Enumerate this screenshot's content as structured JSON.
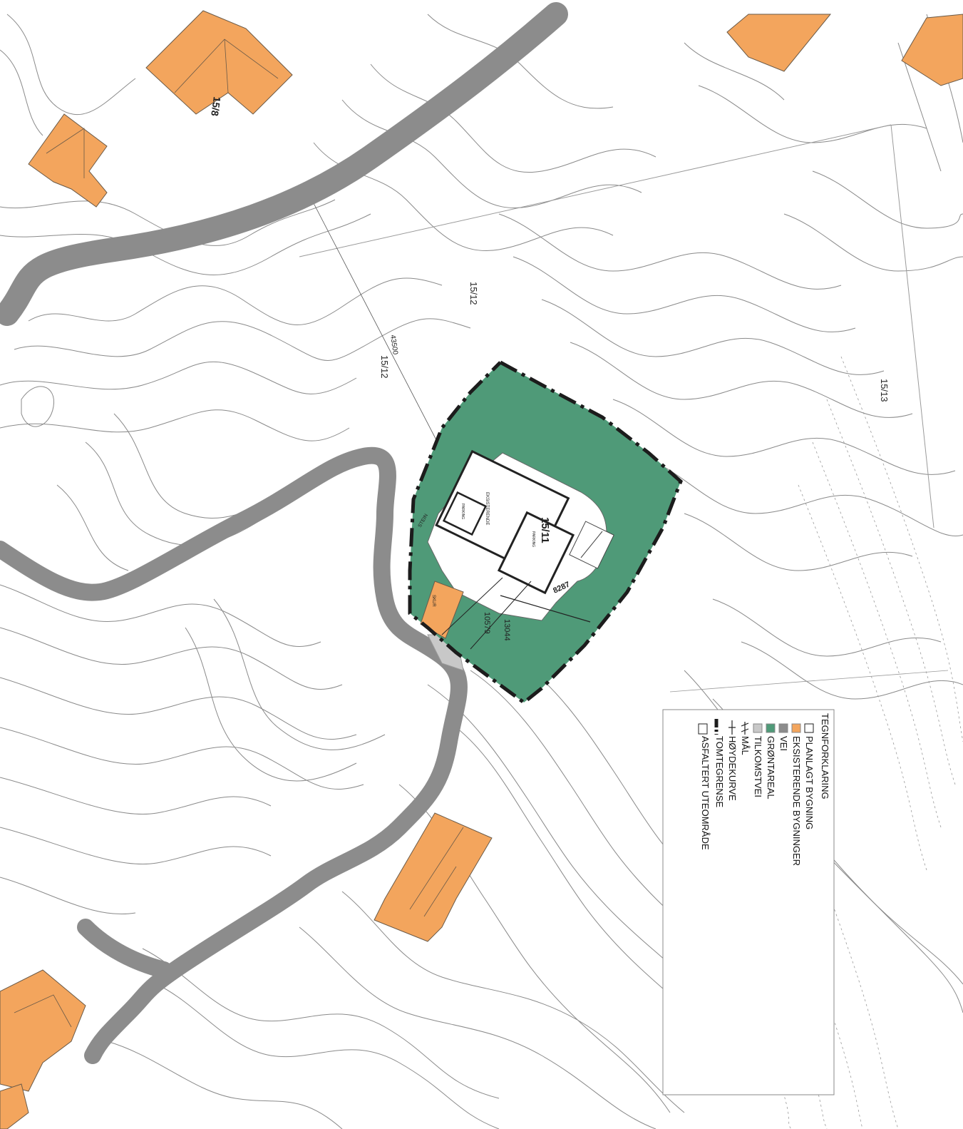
{
  "parcels": {
    "p15_8": "15/8",
    "p15_12_a": "15/12",
    "p15_12_b": "15/12",
    "p15_13": "15/13",
    "p15_11": "15/11"
  },
  "dimensions": {
    "d43500": "43500",
    "d8287": "8287",
    "d10579": "10579",
    "d13044": "13044"
  },
  "site": {
    "existing_label": "EKSISTERENDE",
    "parking_a": "PARKING",
    "parking_b": "PARKING",
    "shed": "SKUR",
    "small_label": "STEIN"
  },
  "legend": {
    "title": "TEGNFORKLARING",
    "items": [
      {
        "key": "planned",
        "label": "PLANLAGT BYGNING",
        "color": "#ffffff"
      },
      {
        "key": "existing",
        "label": "EKSISTERENDE BYGNINGER",
        "color": "#f3a55d"
      },
      {
        "key": "road",
        "label": "VEI",
        "color": "#8c8c8c"
      },
      {
        "key": "green",
        "label": "GRØNTAREAL",
        "color": "#4f9a78"
      },
      {
        "key": "access",
        "label": "TILKOMSTVEI",
        "color": "#c8c8c8"
      },
      {
        "key": "dimension",
        "label": "MÅL",
        "color": "#222222"
      },
      {
        "key": "contour",
        "label": "HØYDEKURVE",
        "color": "#222222"
      },
      {
        "key": "boundary",
        "label": "TOMTEGRENSE",
        "color": "#222222"
      },
      {
        "key": "asphalt",
        "label": "ASFALTERT UTEOMRÅDE",
        "color": "#ffffff"
      }
    ]
  }
}
